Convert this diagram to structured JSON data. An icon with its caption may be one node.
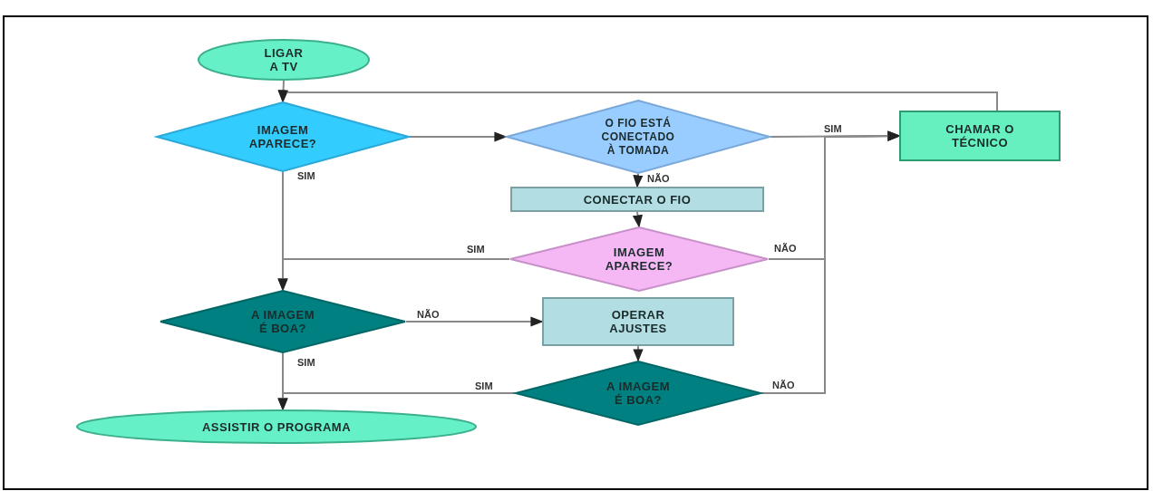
{
  "diagram": {
    "nodes": [
      {
        "text": [
          "LIGAR A TV"
        ]
      },
      {
        "text": [
          "IMAGEM APARECE?"
        ]
      },
      {
        "text": [
          "O FIO ESTÁ CONECTADO À TOMADA"
        ]
      },
      {
        "text": [
          "CHAMAR O TÉCNICO"
        ]
      },
      {
        "text": [
          "CONECTAR O FIO"
        ]
      },
      {
        "text": [
          "IMAGEM APARECE?"
        ]
      },
      {
        "text": [
          "A IMAGEM É BOA?"
        ]
      },
      {
        "text": [
          "OPERAR AJUSTES"
        ]
      },
      {
        "text": [
          "A IMAGEM É BOA?"
        ]
      },
      {
        "text": [
          "ASSISTIR O PROGRAMA"
        ]
      }
    ],
    "edges": [
      {
        "from": 0,
        "to": 1,
        "arrow": "to"
      },
      {
        "from": 1,
        "to": 2,
        "arrow": "to"
      },
      {
        "from": 2,
        "to": 3,
        "arrow": "to",
        "label": "SIM"
      },
      {
        "from": 2,
        "to": 4,
        "arrow": "to",
        "label": "NÃO"
      },
      {
        "from": 4,
        "to": 5,
        "arrow": "to"
      },
      {
        "from": 5,
        "to": 6,
        "arrow": "to",
        "label": "SIM"
      },
      {
        "from": 5,
        "to": 3,
        "arrow": "to",
        "label": "NÃO"
      },
      {
        "from": 3,
        "to": 1,
        "arrow": "to"
      },
      {
        "from": 1,
        "to": 6,
        "arrow": "to",
        "label": "SIM"
      },
      {
        "from": 6,
        "to": 7,
        "arrow": "to",
        "label": "NÃO"
      },
      {
        "from": 7,
        "to": 8,
        "arrow": "to"
      },
      {
        "from": 8,
        "to": 9,
        "arrow": "to",
        "label": "SIM"
      },
      {
        "from": 6,
        "to": 9,
        "arrow": "to",
        "label": "SIM"
      },
      {
        "from": 8,
        "to": 3,
        "arrow": "to",
        "label": "NÃO"
      }
    ]
  }
}
